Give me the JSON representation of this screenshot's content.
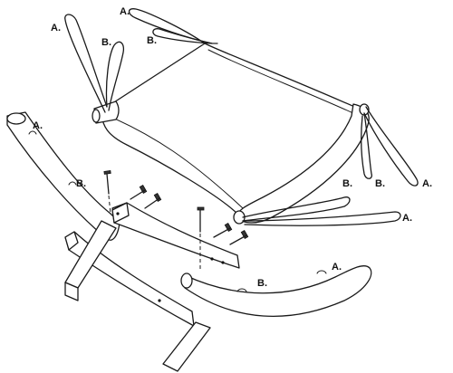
{
  "labels": {
    "a": "A.",
    "b": "B."
  },
  "parts": {
    "hammock_bed": "hammock-bed",
    "left_arc": "left-stand-arc",
    "right_arc": "right-stand-arc",
    "crossbeam": "center-crossbeam",
    "base_bar": "base-bar",
    "screws": [
      "screw-1",
      "screw-2",
      "screw-3",
      "screw-4",
      "screw-5"
    ]
  }
}
